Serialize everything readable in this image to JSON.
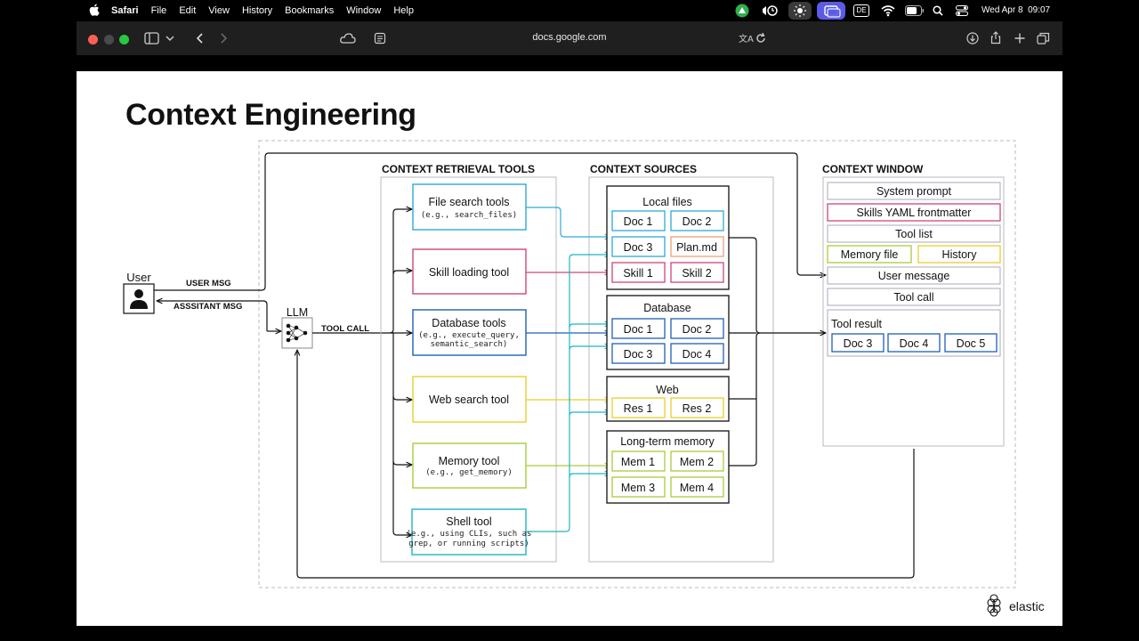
{
  "menubar": {
    "items": [
      "Safari",
      "File",
      "Edit",
      "View",
      "History",
      "Bookmarks",
      "Window",
      "Help"
    ],
    "status": {
      "lang": "DE",
      "datetime": "Wed Apr 8  09:07"
    }
  },
  "browser": {
    "url": "docs.google.com"
  },
  "slide": {
    "title": "Context Engineering",
    "user_label": "User",
    "user_msg": "USER MSG",
    "assistant_msg": "ASSSITANT MSG",
    "llm_label": "LLM",
    "tool_call_label": "TOOL CALL",
    "retrieval_header": "CONTEXT RETRIEVAL TOOLS",
    "sources_header": "CONTEXT SOURCES",
    "window_header": "CONTEXT WINDOW",
    "tools": [
      {
        "name": "File search tools",
        "sub": [
          "(e.g., search_files)"
        ]
      },
      {
        "name": "Skill loading tool",
        "sub": []
      },
      {
        "name": "Database tools",
        "sub": [
          "(e.g., execute_query,",
          "semantic_search)"
        ]
      },
      {
        "name": "Web search tool",
        "sub": []
      },
      {
        "name": "Memory tool",
        "sub": [
          "(e.g., get_memory)"
        ]
      },
      {
        "name": "Shell tool",
        "sub": [
          "(e.g., using CLIs, such as",
          "grep, or running scripts)"
        ]
      }
    ],
    "sources": {
      "local_files": {
        "title": "Local files",
        "items": [
          "Doc 1",
          "Doc 2",
          "Doc 3",
          "Plan.md",
          "Skill 1",
          "Skill 2"
        ]
      },
      "database": {
        "title": "Database",
        "items": [
          "Doc 1",
          "Doc 2",
          "Doc 3",
          "Doc 4"
        ]
      },
      "web": {
        "title": "Web",
        "items": [
          "Res 1",
          "Res 2"
        ]
      },
      "memory": {
        "title": "Long-term memory",
        "items": [
          "Mem 1",
          "Mem 2",
          "Mem 3",
          "Mem 4"
        ]
      }
    },
    "context_window": {
      "system_prompt": "System prompt",
      "skills_yaml": "Skills YAML frontmatter",
      "tool_list": "Tool list",
      "memory_file": "Memory file",
      "history": "History",
      "user_message": "User message",
      "tool_call": "Tool call",
      "tool_result": "Tool result",
      "results": [
        "Doc 3",
        "Doc 4",
        "Doc 5"
      ]
    },
    "logo_text": "elastic"
  },
  "colors": {
    "cyan": "#2ea9d8",
    "pink": "#d0447d",
    "blue": "#1f5fb5",
    "yellow": "#e8cf2a",
    "green": "#a9cc3a",
    "teal": "#1fb3c3"
  }
}
